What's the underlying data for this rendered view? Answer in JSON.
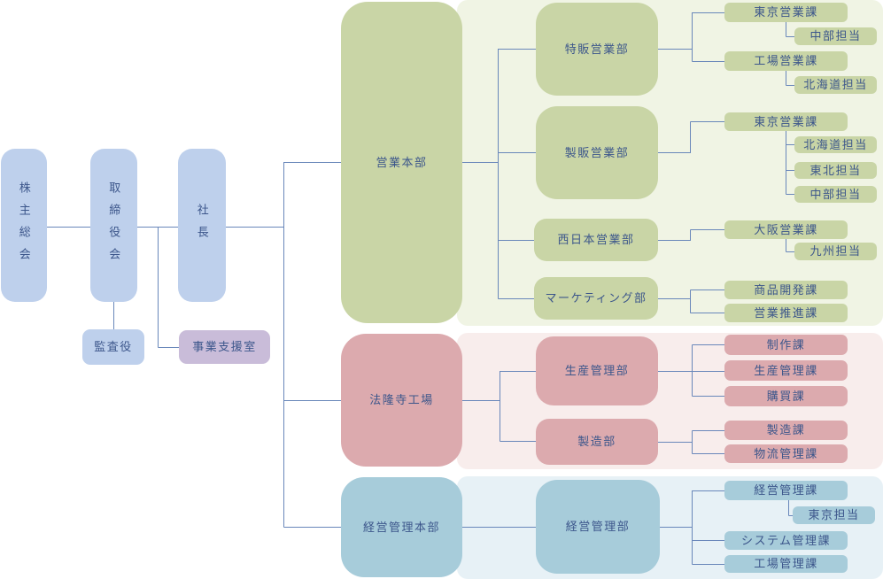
{
  "colors": {
    "connector_line": "#6987ba",
    "label_text": "#3c568b",
    "governance_box": "#bed0ec",
    "support_office_box": "#c9bcd9",
    "sales_box": "#c9d5a6",
    "sales_band": "#f0f4e4",
    "factory_box": "#dcaaae",
    "factory_band": "#f8edec",
    "admin_box": "#a7ccda",
    "admin_band": "#e7f1f6"
  },
  "org": {
    "governance": {
      "shareholders_meeting": {
        "label": "株主総会"
      },
      "board_of_directors": {
        "label": "取締役会"
      },
      "president": {
        "label": "社長"
      },
      "auditor": {
        "label": "監査役"
      },
      "business_support_office": {
        "label": "事業支援室"
      }
    },
    "divisions": [
      {
        "label": "営業本部",
        "departments": [
          {
            "label": "特販営業部",
            "sections": [
              {
                "label": "東京営業課",
                "subs": [
                  {
                    "label": "中部担当"
                  }
                ]
              },
              {
                "label": "工場営業課",
                "subs": [
                  {
                    "label": "北海道担当"
                  }
                ]
              }
            ]
          },
          {
            "label": "製販営業部",
            "sections": [
              {
                "label": "東京営業課",
                "subs": [
                  {
                    "label": "北海道担当"
                  },
                  {
                    "label": "東北担当"
                  },
                  {
                    "label": "中部担当"
                  }
                ]
              }
            ]
          },
          {
            "label": "西日本営業部",
            "sections": [
              {
                "label": "大阪営業課",
                "subs": [
                  {
                    "label": "九州担当"
                  }
                ]
              }
            ]
          },
          {
            "label": "マーケティング部",
            "sections": [
              {
                "label": "商品開発課"
              },
              {
                "label": "営業推進課"
              }
            ]
          }
        ]
      },
      {
        "label": "法隆寺工場",
        "departments": [
          {
            "label": "生産管理部",
            "sections": [
              {
                "label": "制作課"
              },
              {
                "label": "生産管理課"
              },
              {
                "label": "購買課"
              }
            ]
          },
          {
            "label": "製造部",
            "sections": [
              {
                "label": "製造課"
              },
              {
                "label": "物流管理課"
              }
            ]
          }
        ]
      },
      {
        "label": "経営管理本部",
        "departments": [
          {
            "label": "経営管理部",
            "sections": [
              {
                "label": "経営管理課",
                "subs": [
                  {
                    "label": "東京担当"
                  }
                ]
              },
              {
                "label": "システム管理課"
              },
              {
                "label": "工場管理課"
              }
            ]
          }
        ]
      }
    ]
  }
}
